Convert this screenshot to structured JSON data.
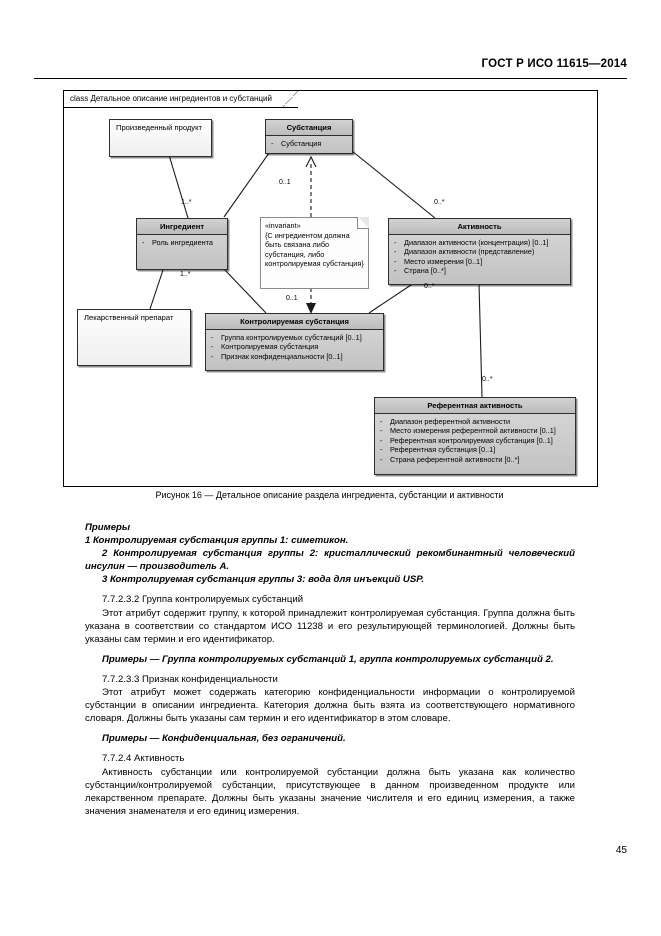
{
  "header": {
    "standard": "ГОСТ Р ИСО 11615—2014"
  },
  "page_number": "45",
  "figure": {
    "frame_label": "class Детальное описание ингредиентов и субстанций",
    "caption": "Рисунок 16 — Детальное описание раздела ингредиента, субстанции и активности",
    "classes": [
      {
        "id": "manufactured",
        "title": "Произведенный продукт",
        "attributes": []
      },
      {
        "id": "substance",
        "title": "Субстанция",
        "attributes": [
          "Субстанция"
        ]
      },
      {
        "id": "ingredient",
        "title": "Ингредиент",
        "attributes": [
          "Роль ингредиента"
        ]
      },
      {
        "id": "activity",
        "title": "Активность",
        "attributes": [
          "Диапазон активности (концентрация) [0..1]",
          "Диапазон активности (представление)",
          "Место измерения [0..1]",
          "Страна [0..*]"
        ]
      },
      {
        "id": "medicinal",
        "title": "Лекарственный препарат",
        "attributes": []
      },
      {
        "id": "controlled",
        "title": "Контролируемая субстанция",
        "attributes": [
          "Группа контролируемых субстанций [0..1]",
          "Контролируемая субстанция",
          "Признак конфиденциальности [0..1]"
        ]
      },
      {
        "id": "reference",
        "title": "Референтная активность",
        "attributes": [
          "Диапазон референтной активности",
          "Место измерения референтной активности [0..1]",
          "Референтная контролируемая субстанция [0..1]",
          "Референтная субстанция [0..1]",
          "Страна референтной активности [0..*]"
        ]
      }
    ],
    "note": {
      "stereotype": "«invariant»",
      "text": "{С ингредиентом должна быть связана либо субстанция, либо контролируемая субстанция}"
    },
    "multiplicities": [
      {
        "id": "m1",
        "text": "1..*"
      },
      {
        "id": "m2",
        "text": "0..1"
      },
      {
        "id": "m3",
        "text": "0..*"
      },
      {
        "id": "m4",
        "text": "1..*"
      },
      {
        "id": "m5",
        "text": "0..*"
      },
      {
        "id": "m6",
        "text": "0..1"
      },
      {
        "id": "m7",
        "text": "0..*"
      }
    ]
  },
  "body": {
    "examples_heading_1": "Примеры",
    "example_1": "1 Контролируемая субстанция группы 1: симетикон.",
    "example_2": "2 Контролируемая субстанция группы 2: кристаллический рекомбинантный человеческий инсулин — производитель А.",
    "example_3": "3 Контролируемая субстанция группы 3: вода для инъекций USP.",
    "sec_7_7_2_3_2_title": "7.7.2.3.2 Группа контролируемых субстанций",
    "sec_7_7_2_3_2_text": "Этот атрибут содержит группу, к которой принадлежит контролируемая субстанция. Группа должна быть указана в соответствии со стандартом ИСО 11238 и его результирующей терминологией. Должны быть указаны сам термин и его идентификатор.",
    "example_group": "Примеры — Группа контролируемых субстанций 1, группа контролируемых субстанций 2.",
    "sec_7_7_2_3_3_title": "7.7.2.3.3 Признак конфиденциальности",
    "sec_7_7_2_3_3_text": "Этот атрибут может содержать категорию конфиденциальности информации о контролируемой субстанции в описании ингредиента. Категория должна быть взята из соответствующего нормативного словаря. Должны быть указаны сам термин и его идентификатор в этом словаре.",
    "example_conf": "Примеры — Конфиденциальная, без ограничений.",
    "sec_7_7_2_4_title": "7.7.2.4 Активность",
    "sec_7_7_2_4_text": "Активность субстанции или контролируемой субстанции должна быть указана как количество субстанции/контролируемой субстанции, присутствующее в данном произведенном продукте или лекарственном препарате. Должны быть указаны значение числителя и его единиц измерения, а также значения знаменателя и его единиц измерения."
  }
}
